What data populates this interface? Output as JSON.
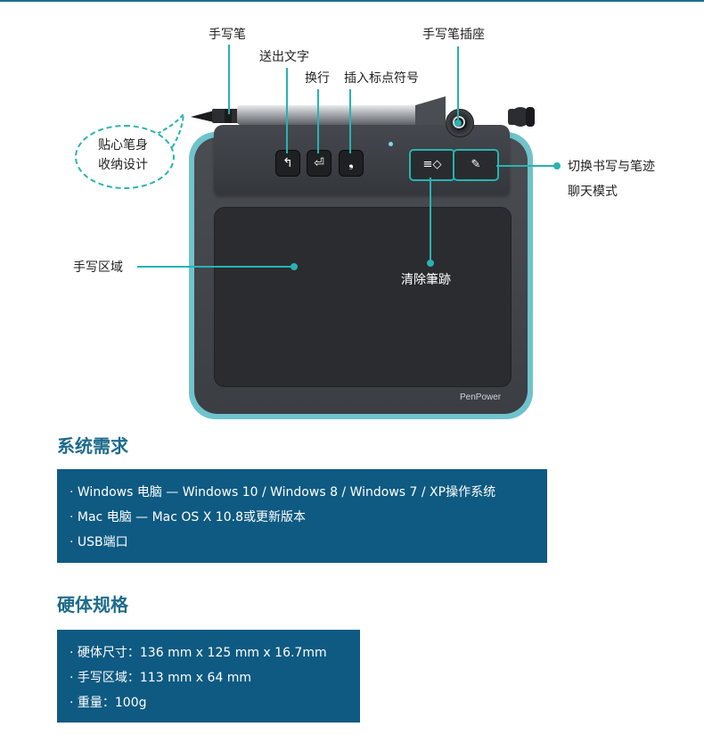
{
  "figure": {
    "labels": {
      "stylus": "手写笔",
      "stylus_socket": "手写笔插座",
      "send_text": "送出文字",
      "newline": "换行",
      "punctuation": "插入标点符号",
      "switch_line1": "切换书写与笔迹",
      "switch_line2": "聊天模式",
      "writing_area": "手写区域",
      "clear_strokes": "清除筆跡",
      "bubble_line1": "贴心笔身",
      "bubble_line2": "收纳设计"
    },
    "brand": "PenPower",
    "buttons": {
      "send_glyph": "↰",
      "newline_glyph": "⏎",
      "punct_glyph": "❟",
      "erase_glyph": "≡◇",
      "pen_glyph": "✎"
    },
    "colors": {
      "accent": "#27b3b1",
      "shell_edge": "#6fc3cc",
      "device_body": "#3b3e43",
      "section_title": "#1e6b8c",
      "spec_box": "#0e5a82"
    }
  },
  "system_requirements": {
    "title": "系统需求",
    "items": [
      "· Windows 电脑 — Windows 10 / Windows 8 /  Windows 7  /  XP操作系统",
      "· Mac 电脑 — Mac OS X 10.8或更新版本",
      "· USB端口"
    ]
  },
  "hardware_specs": {
    "title": "硬体规格",
    "items": [
      "· 硬体尺寸：136 mm x 125 mm x 16.7mm",
      "· 手写区域：113 mm x 64 mm",
      "· 重量：100g"
    ]
  }
}
